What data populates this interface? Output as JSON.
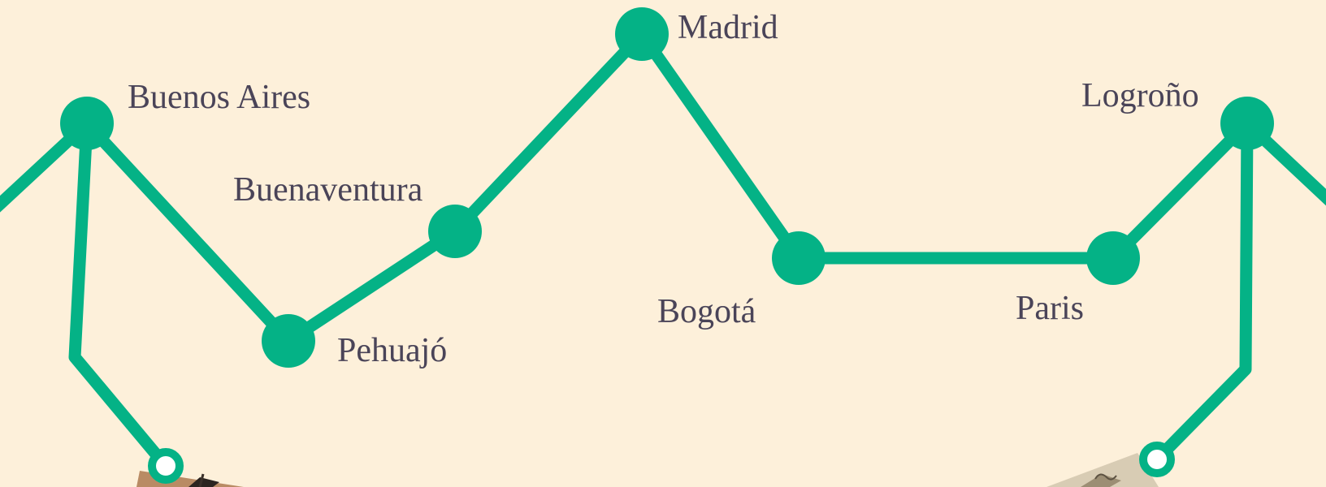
{
  "colors": {
    "background": "#fdf0da",
    "route": "#04b286",
    "label": "#4a4458"
  },
  "cities": [
    {
      "id": "buenos-aires",
      "label": "Buenos Aires"
    },
    {
      "id": "pehuajo",
      "label": "Pehuajó"
    },
    {
      "id": "buenaventura",
      "label": "Buenaventura"
    },
    {
      "id": "madrid",
      "label": "Madrid"
    },
    {
      "id": "bogota",
      "label": "Bogotá"
    },
    {
      "id": "paris",
      "label": "Paris"
    },
    {
      "id": "logrono",
      "label": "Logroño"
    }
  ],
  "route_order": [
    "buenos-aires",
    "pehuajo",
    "buenaventura",
    "madrid",
    "bogota",
    "paris",
    "logrono"
  ],
  "photos": [
    {
      "id": "photo-left",
      "connected_to": "buenos-aires"
    },
    {
      "id": "photo-right",
      "connected_to": "logrono"
    }
  ]
}
